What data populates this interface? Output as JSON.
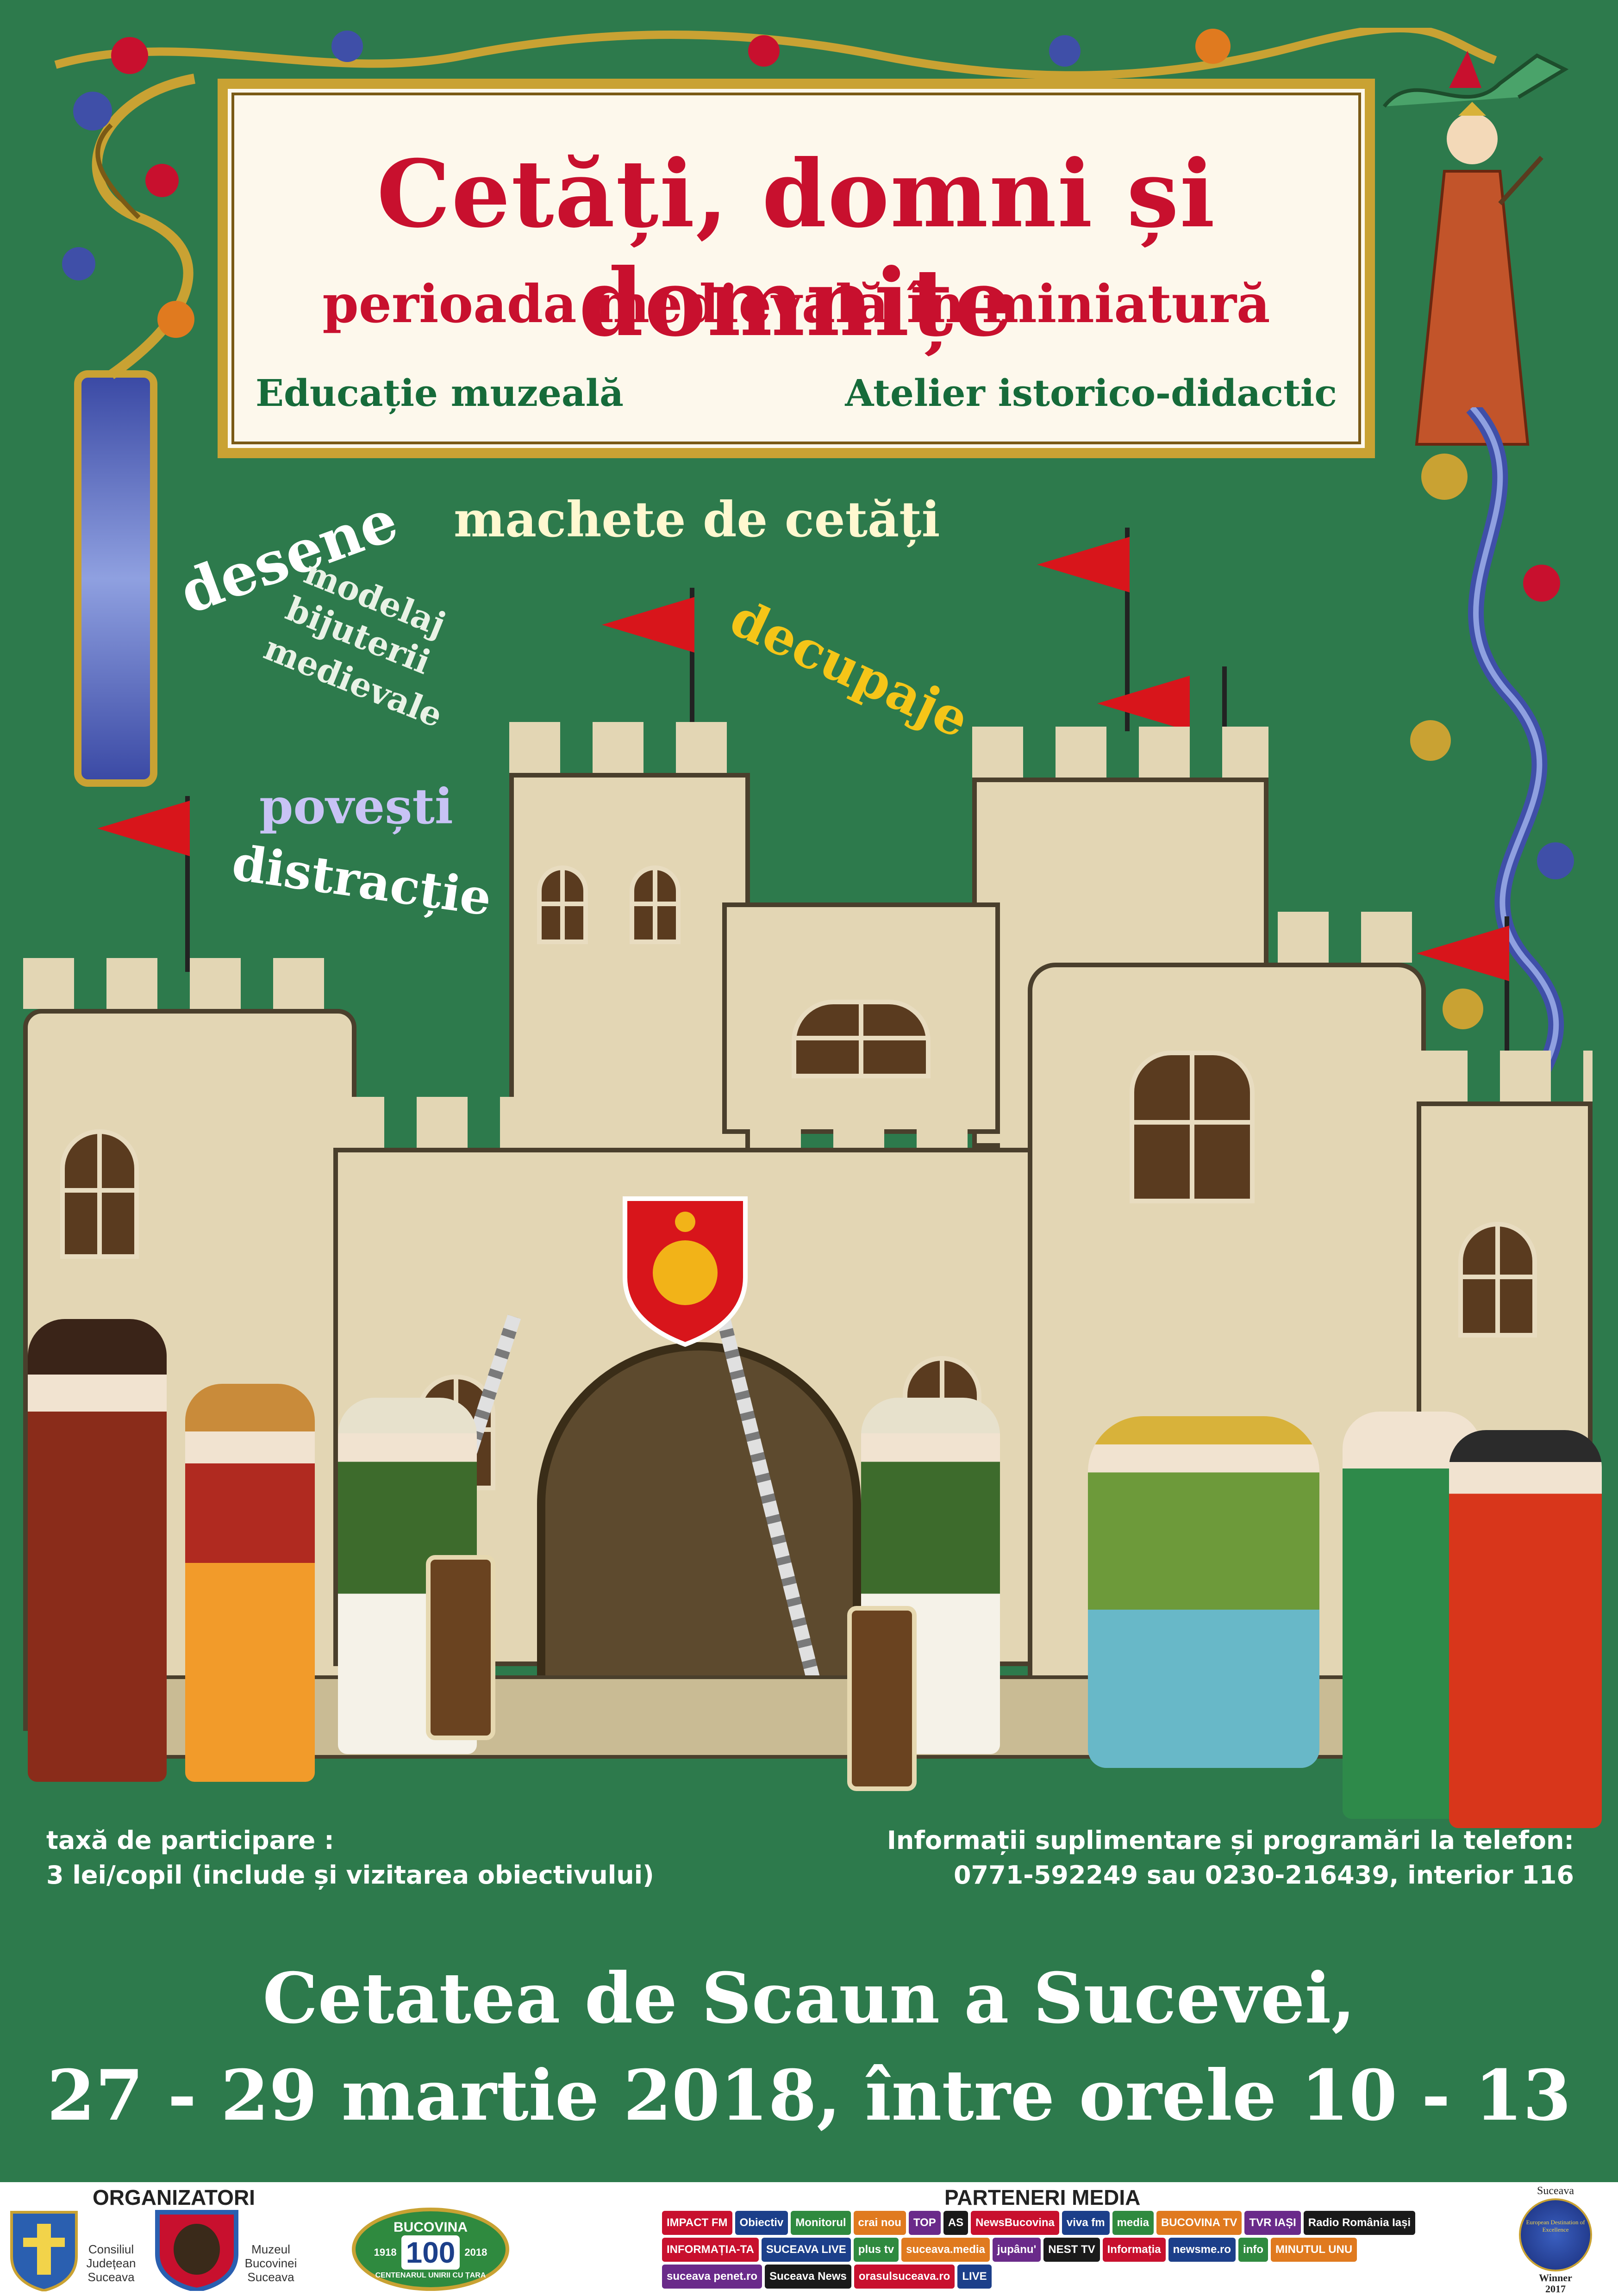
{
  "title": {
    "main": "Cetăți, domni și domnițe",
    "subtitle": "perioada medievală în miniatură",
    "left_subhead": "Educație muzeală",
    "right_subhead": "Atelier istorico-didactic"
  },
  "activities": {
    "desene": "desene",
    "machete": "machete de cetăți",
    "modelaj": "modelaj",
    "bijuterii": "bijuterii",
    "medievale": "medievale",
    "decupaje": "decupaje",
    "povesti": "povești",
    "distractie": "distracție"
  },
  "info": {
    "fee_label": "taxă de participare :",
    "fee_value": "3 lei/copil (include și vizitarea obiectivului)",
    "contact_label": "Informații suplimentare și programări la telefon:",
    "contact_value": "0771-592249 sau 0230-216439, interior 116"
  },
  "event": {
    "place": "Cetatea de Scaun a Sucevei,",
    "date": "27 - 29 martie 2018, între orele 10 - 13"
  },
  "organizers": {
    "heading": "ORGANIZATORI",
    "org1_line1": "Consiliul",
    "org1_line2": "Județean",
    "org1_line3": "Suceava",
    "org2_line1": "Muzeul",
    "org2_line2": "Bucovinei",
    "org2_line3": "Suceava",
    "centenar_top": "BUCOVINA",
    "centenar_year_left": "1918",
    "centenar_number": "100",
    "centenar_year_right": "2018",
    "centenar_bottom": "CENTENARUL UNIRII CU ȚARA"
  },
  "media": {
    "heading": "PARTENERI MEDIA",
    "partners": [
      "IMPACT FM",
      "Obiectiv",
      "Monitorul",
      "crai nou",
      "TOP",
      "AS",
      "NewsBucovina",
      "viva fm",
      "media",
      "BUCOVINA TV",
      "TVR IAȘI",
      "Radio România Iași",
      "INFORMAȚIA-TA",
      "SUCEAVA LIVE",
      "plus tv",
      "suceava.media",
      "jupânu'",
      "NEST TV",
      "Informația",
      "newsme.ro",
      "info",
      "MINUTUL UNU",
      "suceava penet.ro",
      "Suceava News",
      "orasulsuceava.ro",
      "LIVE"
    ]
  },
  "award": {
    "top": "Suceava",
    "middle": "European Destination of Excellence",
    "bottom": "Winner",
    "year": "2017"
  },
  "colors": {
    "background": "#2d7a4c",
    "title_red": "#c8102e",
    "subhead_green": "#166b3a",
    "frame_gold": "#c9a233",
    "flag_red": "#d8151b"
  }
}
